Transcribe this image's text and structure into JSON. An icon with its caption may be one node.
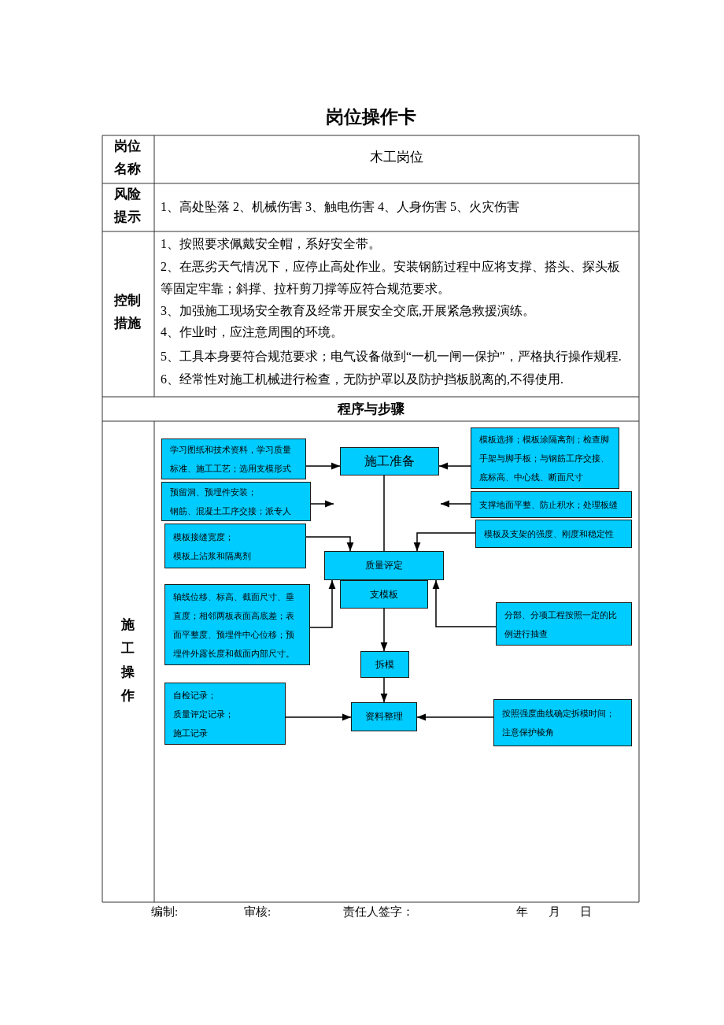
{
  "diagram": {
    "title": "岗位操作卡",
    "nodes": [
      {
        "text": [
          "学习图纸和技术资料，学习质量标准、施工工艺；选用支模形式"
        ]
      },
      {
        "text": [
          "施工准备"
        ]
      },
      {
        "text": [
          "模板选择；模板涂隔离剂；检查脚手架与脚手板；与钢筋工序交接、底标高、中心线、断面尺寸"
        ]
      },
      {
        "text": [
          "预留洞、预埋件安装；",
          "钢筋、混凝土工序交接；派专人"
        ]
      },
      {
        "text": [
          "支撑地面平整、防止积水；处理板缝"
        ]
      },
      {
        "text": [
          "模板接缝宽度；",
          "模板上沾浆和隔离剂"
        ]
      },
      {
        "text": [
          "模板及支架的强度、刚度和稳定性"
        ]
      },
      {
        "text": [
          "质量评定"
        ]
      },
      {
        "text": [
          "支模板"
        ]
      },
      {
        "text": [
          "轴线位移、标高、截面尺寸、垂直度；相邻两板表面高底差；表面平整度、预埋件中心位移；预埋件外露长度和截面内部尺寸。"
        ]
      },
      {
        "text": [
          "分部、分项工程按照一定的比例进行抽查"
        ]
      },
      {
        "text": [
          "拆模"
        ]
      },
      {
        "text": [
          "自检记录；",
          "质量评定记录；",
          "施工记录"
        ]
      },
      {
        "text": [
          "资料整理"
        ]
      },
      {
        "text": [
          "按照强度曲线确定拆模时间；",
          "注意保护棱角"
        ]
      }
    ],
    "edges": [
      {
        "from": 0,
        "to": 1,
        "arrow": "to"
      },
      {
        "from": 2,
        "to": 1,
        "arrow": "to"
      },
      {
        "from": 3,
        "to": null,
        "arrow": "to"
      },
      {
        "from": 4,
        "to": null,
        "arrow": "to"
      },
      {
        "from": 1,
        "to": 7,
        "arrow": "none"
      },
      {
        "from": 5,
        "to": 7,
        "arrow": "to"
      },
      {
        "from": 6,
        "to": 7,
        "arrow": "to"
      },
      {
        "from": 9,
        "to": 7,
        "arrow": "to"
      },
      {
        "from": 10,
        "to": 7,
        "arrow": "to"
      },
      {
        "from": 8,
        "to": 11,
        "arrow": "to"
      },
      {
        "from": 11,
        "to": 13,
        "arrow": "to"
      },
      {
        "from": 12,
        "to": 13,
        "arrow": "to"
      },
      {
        "from": 14,
        "to": 13,
        "arrow": "to"
      }
    ],
    "labels": [
      "岗位名称",
      "木工岗位",
      "风险提示",
      "1、高处坠落 2、机械伤害 3、触电伤害 4、人身伤害 5、火灾伤害",
      "控制措施",
      "1、按照要求佩戴安全帽，系好安全带。",
      "2、在恶劣天气情况下，应停止高处作业。安装钢筋过程中应将支撑、搭头、探头板等固定牢靠；斜撑、拉杆剪刀撑等应符合规范要求。",
      "3、加强施工现场安全教育及经常开展安全交底,开展紧急救援演练。",
      "4、作业时，应注意周围的环境。",
      "5、工具本身要符合规范要求；电气设备做到“一机一闸一保护\"，严格执行操作规程.",
      "6、经常性对施工机械进行检查，无防护罩以及防护挡板脱离的,不得使用.",
      "程序与步骤",
      "施工操作",
      "编制:",
      "审核:",
      "责任人签字：",
      "年",
      "月",
      "日"
    ]
  }
}
